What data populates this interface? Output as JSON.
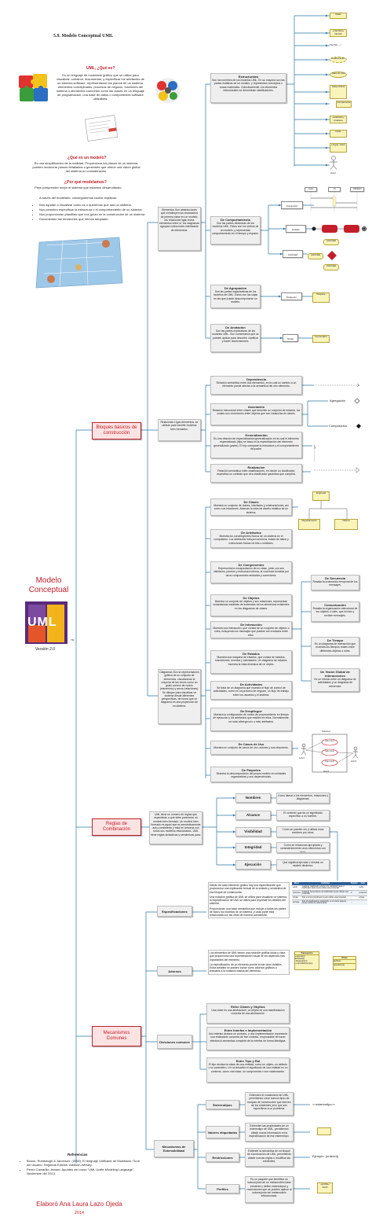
{
  "header": {
    "title": "5.9. Modelo Conceptual UML"
  },
  "intro": {
    "q1": "UML, ¿Qué es?",
    "p1": "Es un lenguaje de modelado gráfico que se utiliza para visualizar, construir, documentar, y especificar los artefactos de un sistema software, representando los planos de un sistema, elementos conceptuales, procesos de negocio, funciones del sistema o elementos concretos como las clases en un lenguaje de programación, una base de datos o componentes software utilizables.",
    "q2": "¿Qué es un modelo?",
    "p2": "Es una simplificación de la realidad. Proporciona los planos de un sistema, pueden involucrar planos detallados o generales que ofrece una visión global del sistema en consideración.",
    "q3": "¿Por qué modelamos?",
    "p3": "Para comprender mejor el sistema que estamos desarrollando.",
    "p4": "A través del modelado, conseguiremos cuatro objetivos:",
    "goals": [
      "Nos ayudan a visualizar cómo es o queremos que sea un sistema.",
      "Nos permiten especificar la estructura o el comportamiento de un sistema.",
      "Nos proporcionan plantillas que nos guían en la construcción de un sistema.",
      "Documentan las decisiones que hemos adoptado."
    ]
  },
  "left": {
    "title": "Modelo Conceptual",
    "logo": "UML",
    "tm": "TM",
    "version": "Versión 2.0",
    "refs_title": "Referencias",
    "refs": [
      "Booch, Rumbaugh & Jacobson. (2006). El lenguaje Unificado de Modelado. Guía del usuario. Segunda Edición. Addison-Wesley.",
      "Perez Camarillo, Ismael. Apuntes del curso \"UML Unifie Modeling Language\". Noviembre del 2013."
    ],
    "author": "Elaboró Ana Laura Lazo Ojeda",
    "year": "2014"
  },
  "branches": {
    "bloques": "Bloques básicos de construcción",
    "reglas": "Reglas de Combinación",
    "mecanismos": "Mecanismos Comunes"
  },
  "elementos": {
    "box": "Elementos Son abstracciones que constituyen los ciudadanos de primera clase en un modelo; las relaciones ligan estos elementos entre sí; los diagramas agrupan colecciones interesante de elementos.",
    "estructurales_t": "Estructurales",
    "estructurales": "Son los nombres de los modelos UML. En su mayoría son las partes estáticas de un modelo, y representan conceptos o cosas materiales. Colectivamente, los elementos estructurales se denominan clasificadores.",
    "comportamiento_t": "De Comportamiento",
    "comportamiento": "Son las partes dinámicas de los modelos UML. Estos son los verbos de un modelo, y representan comportamiento en el tiempo y espacio.",
    "agrupacion_t": "De Agrupación",
    "agrupacion": "Son las partes organizativas de los modelos de UML. Estos son las cajas en las que puede descomponerse un modelo.",
    "anotacion_t": "De Anotación",
    "anotacion": "Son las partes explicativas de los modelos UML. Son comentarios que se pueden aplicar para describir, clarificar y hacer observaciones.",
    "beh_labels": [
      "Interacción",
      "Estado",
      "Actividad"
    ],
    "paquetes": "Paquetes",
    "notas": "Notas",
    "struct_icons": [
      "Clase",
      "«interface» Interfaz",
      "Interfaz",
      "Colaboración",
      "Caso de uso",
      "Clase Activa",
      "Componente",
      "«artefacto» Artefacto",
      "Nodo",
      "Lingüe. Actor"
    ],
    "seq_heads": [
      ":Autor",
      ":UI",
      ":Validador"
    ],
    "act_labels": [
      "Actividad",
      "Actividad",
      "Actividad"
    ],
    "paq_icon": "Paquete",
    "nota_icon": "Comentario",
    "actor": "Actor"
  },
  "relaciones": {
    "box": "Relaciones Ligan elementos, se utilizan para escribir modelos bien formados.",
    "dep_t": "Dependencia",
    "dep": "Relación semántica entre dos elementos, en la cual un cambio a un elemento puede afectar a la semántica del otro elemento.",
    "aso_t": "Asociación",
    "aso": "Relación estructural entre clases que describe un conjunto de enlaces, los cuales son conexiones entre objetos que son instancias de clases.",
    "gen_t": "Generalización",
    "gen": "Es una relación de especialización/generalización en la cual el elemento especializado (hijo) se basa en la especificación del elemento generalizado (padre). El hijo comparte la estructura y el comportamiento del padre.",
    "rea_t": "Realización",
    "rea": "Relación semántica entre clasificadores, en donde un clasificador especifica un contrato que otro clasificador garantiza que cumplirá.",
    "agregacion": "Agregación",
    "composicion": "Composición"
  },
  "diagramas": {
    "box": "Diagramas Son la representación gráfica de un conjunto de elementos, visualizando la mayoría de las veces como un grafo conexo de nodos (elementos) y arcos (relaciones). Se dibujan para visualizar un sistema desde diferentes perspectivas, de forma que un diagrama es una proyección de un sistema.",
    "items": [
      {
        "t": "De Clases",
        "d": "Muestra un conjunto de clases, interfaces y colaboraciones, así como sus relaciones. Abarcan la vista de diseño estática de un sistema."
      },
      {
        "t": "De Artefactos",
        "d": "Muestra los constituyentes físicos de un sistema en el computador. Los artefactos incluyen archivos, bases de datos y colecciones físicas de bits o similares."
      },
      {
        "t": "De Componentes",
        "d": "Representa la encapsulación de un clase, junto con sus interfaces, puertos y estructura interna, la cual está formada por otros componentes anidados y conectores."
      },
      {
        "t": "De Objetos",
        "d": "Muestra un conjunto de objetos y sus relaciones, representan instantáneas estáticas de instancias de los elementos existentes en los diagramas de clases."
      },
      {
        "t": "De Interacción",
        "d": "Muestra una interacción, que consta de un conjunto de objetos o roles, incluyendo los mensajes que pueden ser enviados entre ellos."
      },
      {
        "t": "De Estados",
        "d": "Muestra una máquina de estados, que consta de estados, transiciones, eventos y actividades. Un diagrama de estados muestra la vista dinámica de un objeto."
      },
      {
        "t": "De Actividades",
        "d": "Se trata de un diagrama que muestra el flujo de control de actividades, como en un proceso de negocio, un flujo de trabajo entre los usuarios y el sistema."
      },
      {
        "t": "De Despliegue",
        "d": "Muestra la configuración de nodos de procesamiento en tiempo de ejecución y los artefactos que residen en ellos. Normalmente, un nodo alberga uno o más artefactos."
      },
      {
        "t": "De Casos de Uso",
        "d": "Muestra un conjunto de casos de uso, actores y sus relaciones."
      },
      {
        "t": "De Paquetes",
        "d": "Muestra la descomposición del propio modelo en unidades organizativas y sus dependencias."
      }
    ],
    "sub": [
      {
        "t": "De Secuencia",
        "d": "Resalta la ordenación temporal de los mensajes."
      },
      {
        "t": "Comunicación",
        "d": "Resalta la organización estructural de los objetos o roles, que envían y reciben mensajes."
      },
      {
        "t": "De Tiempo",
        "d": "Es un diagrama de interacción que muestra los tiempos reales entre diferentes objetos o roles."
      },
      {
        "t": "De Visión Global de Interacciones",
        "d": "Es un híbrido entre un diagrama de actividades y un diagrama de secuencia."
      }
    ],
    "sistema": "Sistema",
    "actors": [
      "Actor1",
      "Actor2",
      "Actor3"
    ],
    "cases": [
      "Caso Uso1",
      "Caso Uso2",
      "Caso Uso3"
    ],
    "empresa": "Empresa",
    "depto": "Departamento",
    "oficina": "Oficina"
  },
  "reglas": {
    "box": "UML tiene un número de reglas que especifican a qué debe parecerse un modelo bien formado. Un modelo bien formado es aquel que es semánticamente auto-consistente y está en armonía con todos sus modelos relacionados. UML tiene reglas sintácticas y semánticas para:",
    "items": [
      {
        "t": "Nombres",
        "d": "Cómo llamar a los elementos, relaciones y diagramas."
      },
      {
        "t": "Alcance",
        "d": "El contexto que da un significado específico a un nombre."
      },
      {
        "t": "Visibilidad",
        "d": "Cómo se pueden ver y utilizar esos nombres por otros."
      },
      {
        "t": "Integridad",
        "d": "Cómo se relacionan apropiada y consistentemente unos elementos con otros."
      },
      {
        "t": "Ejecución",
        "d": "Qué significa ejecutar o simular un modelo dinámico."
      }
    ],
    "vis_table": {
      "headers": [
        "Word",
        "Definition",
        "Symbol",
        "Java"
      ],
      "rows": [
        [
          "public",
          "Cualquier clasificador externo con visibilidad hacia el clasificador dado puede utilizar esta propiedad",
          "+",
          "public"
        ],
        [
          "protected",
          "Cualquier descendiente del clasificador puede utilizar esta propiedad",
          "#",
          "protected"
        ],
        [
          "private",
          "Sólo el propio clasificador puede utilizar esta propiedad",
          "-",
          "private"
        ],
        [
          "package",
          "Sólo los clasificadores declarados en el mismo paquete pueden utilizar la característica",
          "~",
          ""
        ]
      ]
    }
  },
  "mecanismos": {
    "especificaciones_t": "Especificaciones",
    "especificaciones": [
      "Detrás de cada elemento gráfico hay una especificación que proporciona una explicación textual de la sintaxis y semántica de ese bloque de construcción.",
      "Una notación gráfica de UML se utiliza para visualizar un sistema, la especificación de UML se utiliza para expresar los detalles del sistema.",
      "Proporcionan una base semántica que incluye a todas las partes de todos los modelos de un sistema, y cada parte está relacionada con las otras de manera consistente."
    ],
    "adornos_t": "Adornos",
    "adornos": [
      "Los elementos de UML tienen una notación gráfica única y clara que proporciona una representación visual de los aspectos más importantes del elemento.",
      "La especificación de un elemento puede incluir otros detalles. Estos detalles se pueden incluir como adornos gráficos o textuales a la notación básica del elemento."
    ],
    "trans": {
      "name": "Transacción",
      "attrs": "+ejecutar()\n#rollback()\n-bloquearInt()\n~marcaDeTiempo()"
    },
    "clase": {
      "name": "Clase",
      "a1": "atributo",
      "a2": "operacion()"
    },
    "divisiones_t": "Divisiones comunes",
    "div": [
      {
        "t": "Entre Clases y Objetos",
        "d": "Una clase es una abstracción; un objeto es una manifestación concreta de esa abstracción."
      },
      {
        "t": "Entre Interfaz e Implementación",
        "d": "Una interfaz declara un contrato, y una implementación representa una realización concreta de ese contrato, responsable de hacer efectiva la semántica completa de la interfaz de forma fidedigna."
      },
      {
        "t": "Entre Tipo y Rol",
        "d": "El tipo declara la clase de una entidad, como un objeto, un atributo o un parámetro. Un rol describe el significado de una entidad en un contexto, como una clase, un componente o una colaboración."
      }
    ],
    "ext_t": "Mecanismos de Extensibilidad",
    "ext": [
      {
        "t": "Estereotipos",
        "d": "Extienden el vocabulario de UML, permitiendo crear nuevos tipos de bloques de construcción que deriven de los existentes pero que son específicos a un problema."
      },
      {
        "t": "Valores etiquetados",
        "d": "Extienden las propiedades de un estereotipo de UML, permitiendo añadir nueva información en la especificación de ese estereotipo."
      },
      {
        "t": "Restricciones",
        "d": "Extiende la semántica de un bloque de construcción de UML, permitiendo añadir nuevas reglas o modificar las existentes."
      },
      {
        "t": "Perfiles",
        "d": "Es un paquete que identifica un subconjunto de un metamodelo base existente y define estereotipos y restricciones que se pueden aplicar al subconjunto del metamodelo seleccionado."
      }
    ],
    "stereo": "<<estereotipo>>",
    "ordered": "Ejemplo: {ordered}",
    "perfil": "«profile» Perfil"
  }
}
